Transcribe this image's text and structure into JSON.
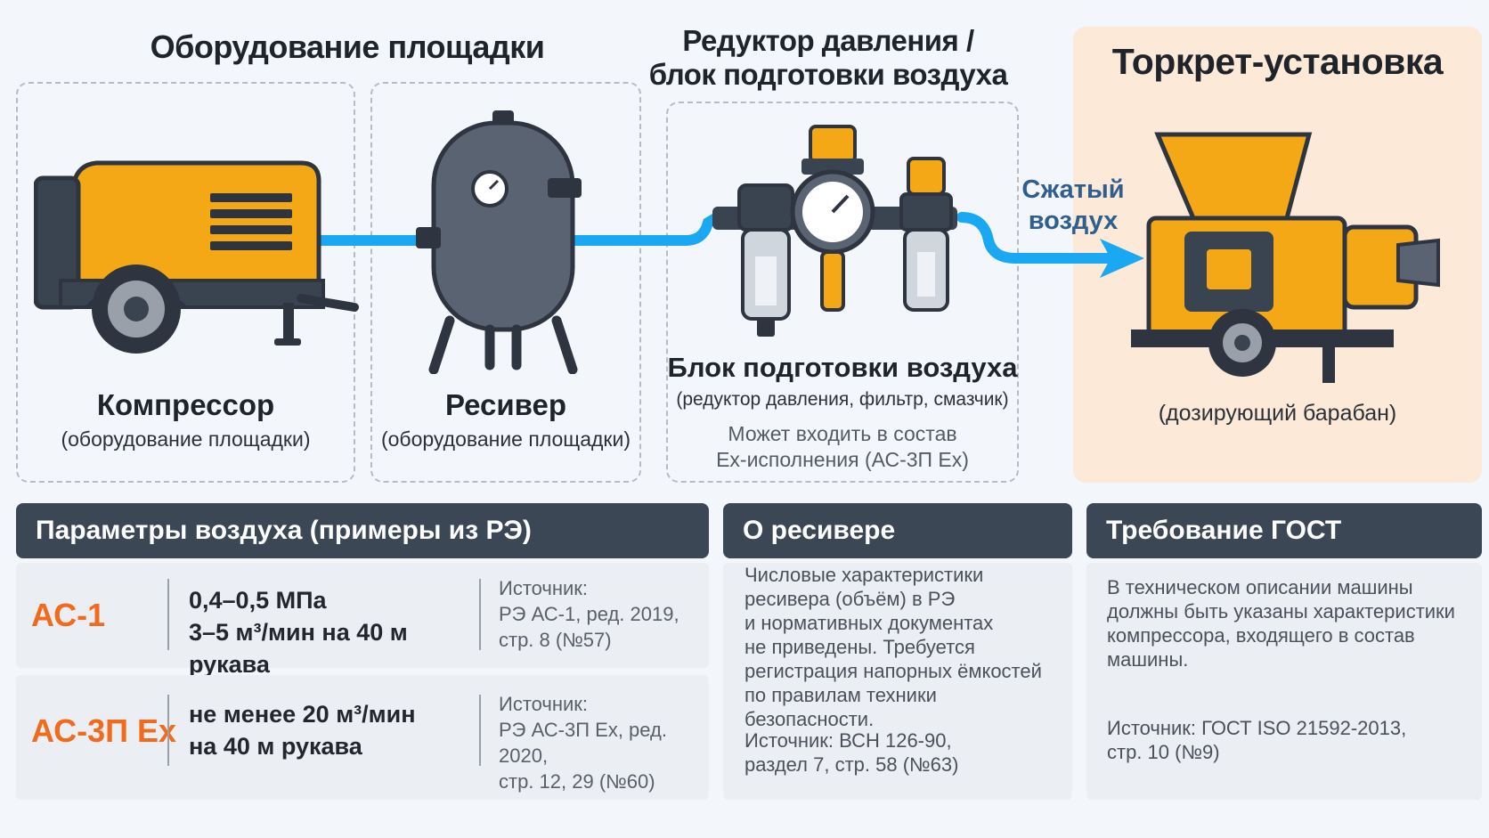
{
  "headings": {
    "site_equipment": "Оборудование площадки",
    "reducer_line1": "Редуктор давления /",
    "reducer_line2": "блок подготовки воздуха",
    "shotcrete": "Торкрет-установка"
  },
  "flow_label_line1": "Сжатый",
  "flow_label_line2": "воздух",
  "equipment": {
    "compressor": {
      "name": "Компрессор",
      "sub": "(оборудование площадки)"
    },
    "receiver": {
      "name": "Ресивер",
      "sub": "(оборудование площадки)"
    },
    "air_unit": {
      "name": "Блок подготовки воздуха",
      "sub": "(редуктор давления, фильтр, смазчик)",
      "note_line1": "Может входить в состав",
      "note_line2": "Ex-исполнения (АС-3П Ex)"
    },
    "shotcrete_machine": {
      "sub": "(дозирующий барабан)"
    }
  },
  "panels": {
    "air_params": {
      "title": "Параметры воздуха (примеры из РЭ)",
      "rows": [
        {
          "model": "АС-1",
          "param_line1": "0,4–0,5 МПа",
          "param_line2": "3–5 м³/мин на 40 м рукава",
          "src_line1": "Источник:",
          "src_line2": "РЭ АС-1, ред. 2019,",
          "src_line3": "стр. 8 (№57)"
        },
        {
          "model": "АС-3П Ex",
          "param_line1": "не менее 20 м³/мин",
          "param_line2": "на 40 м рукава",
          "src_line1": "Источник:",
          "src_line2": "РЭ АС-3П Ex, ред. 2020,",
          "src_line3": "стр. 12, 29 (№60)"
        }
      ]
    },
    "receiver_info": {
      "title": "О ресивере",
      "lines": [
        "Числовые характеристики",
        "ресивера (объём) в РЭ",
        "и нормативных документах",
        "не приведены. Требуется",
        "регистрация напорных ёмкостей",
        "по правилам техники безопасности."
      ],
      "src_line1": "Источник: ВСН 126-90,",
      "src_line2": "раздел 7, стр. 58 (№63)"
    },
    "gost": {
      "title": "Требование ГОСТ",
      "lines": [
        "В техническом описании машины",
        "должны быть указаны характеристики",
        "компрессора, входящего в состав машины."
      ],
      "src_line1": "Источник: ГОСТ ISO 21592-2013,",
      "src_line2": "стр. 10 (№9)"
    }
  },
  "colors": {
    "accent_orange": "#f5a815",
    "model_orange": "#f26a1b",
    "air_blue": "#1aa8f2",
    "panel_header": "#3c4756",
    "machine_bg": "#fde9d7"
  },
  "icons": [
    "compressor-icon",
    "receiver-tank-icon",
    "pressure-gauge-icon",
    "filter-regulator-lubricator-icon",
    "shotcrete-machine-icon",
    "air-flow-arrow-icon"
  ]
}
